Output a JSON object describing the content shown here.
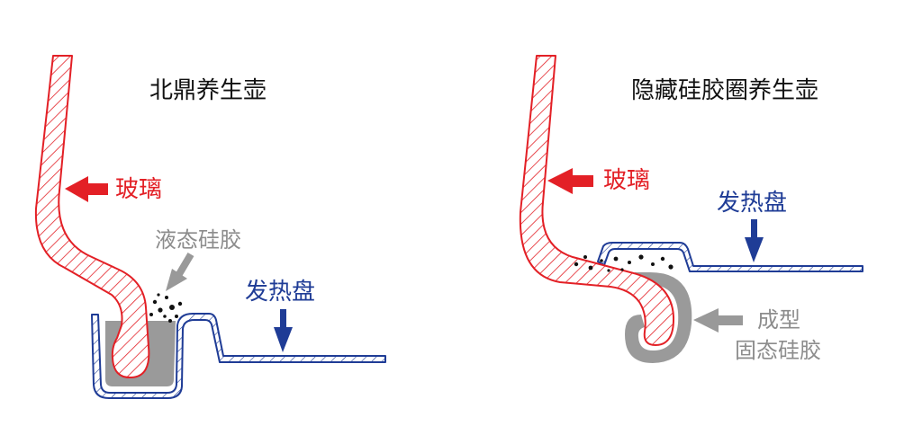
{
  "left_panel": {
    "title": "北鼎养生壶",
    "glass_label": "玻璃",
    "silicone_label": "液态硅胶",
    "plate_label": "发热盘"
  },
  "right_panel": {
    "title": "隐藏硅胶圈养生壶",
    "glass_label": "玻璃",
    "plate_label": "发热盘",
    "silicone_label_line1": "成型",
    "silicone_label_line2": "固态硅胶"
  },
  "colors": {
    "glass": "#e32026",
    "plate": "#1f3c96",
    "silicone": "#9a9a9a",
    "debris": "#111111",
    "arrow_gray": "#999999"
  }
}
